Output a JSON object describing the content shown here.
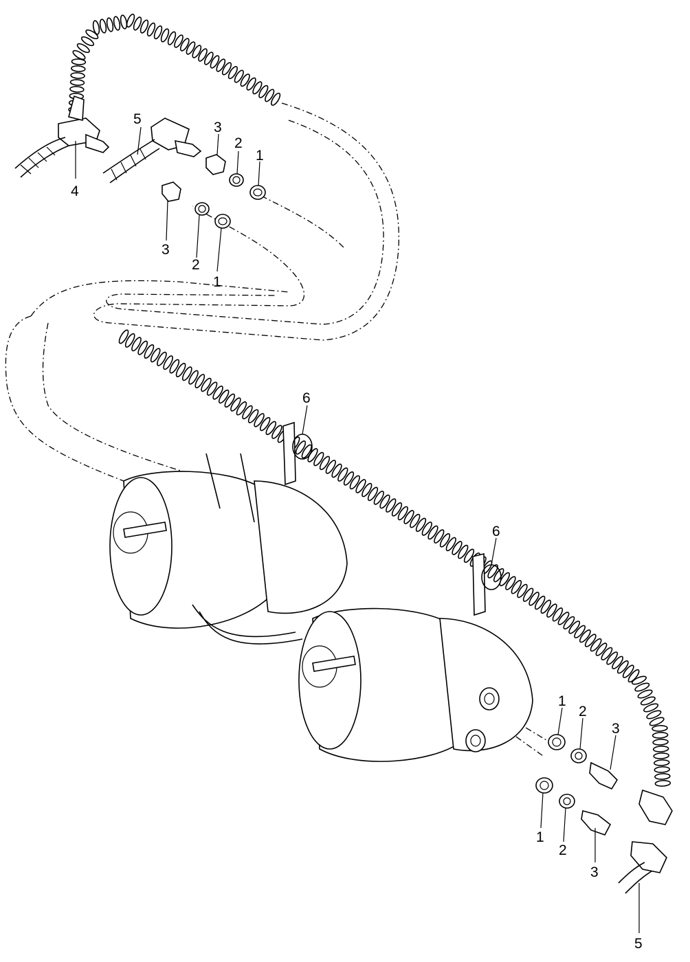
{
  "callouts": [
    {
      "id": "4-top-left",
      "text": "4"
    },
    {
      "id": "5-top",
      "text": "5"
    },
    {
      "id": "3-top-upper",
      "text": "3"
    },
    {
      "id": "2-top-upper",
      "text": "2"
    },
    {
      "id": "1-top-upper",
      "text": "1"
    },
    {
      "id": "3-top-lower",
      "text": "3"
    },
    {
      "id": "2-top-lower",
      "text": "2"
    },
    {
      "id": "1-top-lower",
      "text": "1"
    },
    {
      "id": "6-left-clip",
      "text": "6"
    },
    {
      "id": "6-right-clip",
      "text": "6"
    },
    {
      "id": "1-bottom-upper",
      "text": "1"
    },
    {
      "id": "2-bottom-upper",
      "text": "2"
    },
    {
      "id": "3-bottom-upper",
      "text": "3"
    },
    {
      "id": "1-bottom-lower",
      "text": "1"
    },
    {
      "id": "2-bottom-lower",
      "text": "2"
    },
    {
      "id": "3-bottom-lower",
      "text": "3"
    },
    {
      "id": "5-bottom",
      "text": "5"
    }
  ],
  "colors": {
    "line": "#000000",
    "background": "#ffffff"
  }
}
